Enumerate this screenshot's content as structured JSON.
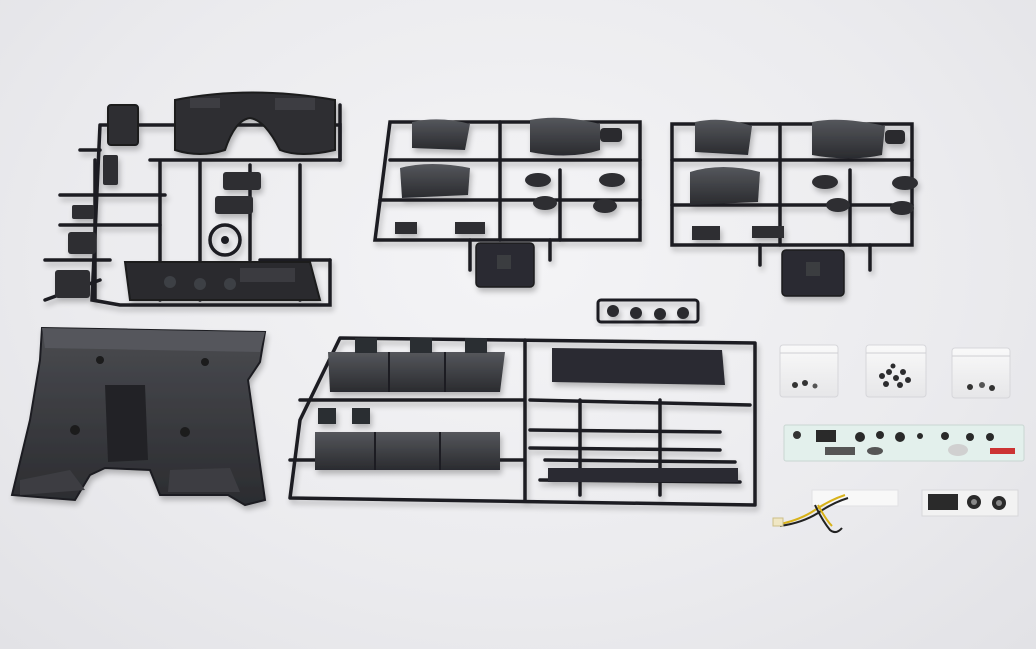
{
  "scene": {
    "description_free": true,
    "colors": {
      "background": "#ececef",
      "plastic_dark": "#2a2b2e",
      "plastic_mid": "#3c3d42",
      "plastic_light": "#55575d",
      "sprue": "#1e1f22",
      "bag": "#f7f7f8",
      "decal_sheet": "#e3f0ec",
      "wire_yellow": "#d8b21a",
      "wire_black": "#222222"
    },
    "parts": [
      {
        "name": "dashboard-sprue-frame"
      },
      {
        "name": "floor-pan-tub"
      },
      {
        "name": "front-seat-sprue-left"
      },
      {
        "name": "front-seat-sprue-right"
      },
      {
        "name": "small-knob-sprue"
      },
      {
        "name": "rear-bench-sprue"
      },
      {
        "name": "hardware-bag-left"
      },
      {
        "name": "hardware-bag-center"
      },
      {
        "name": "hardware-bag-right"
      },
      {
        "name": "gauge-decal-sheet"
      },
      {
        "name": "small-gauge-decal"
      },
      {
        "name": "led-wire-harness"
      }
    ]
  }
}
